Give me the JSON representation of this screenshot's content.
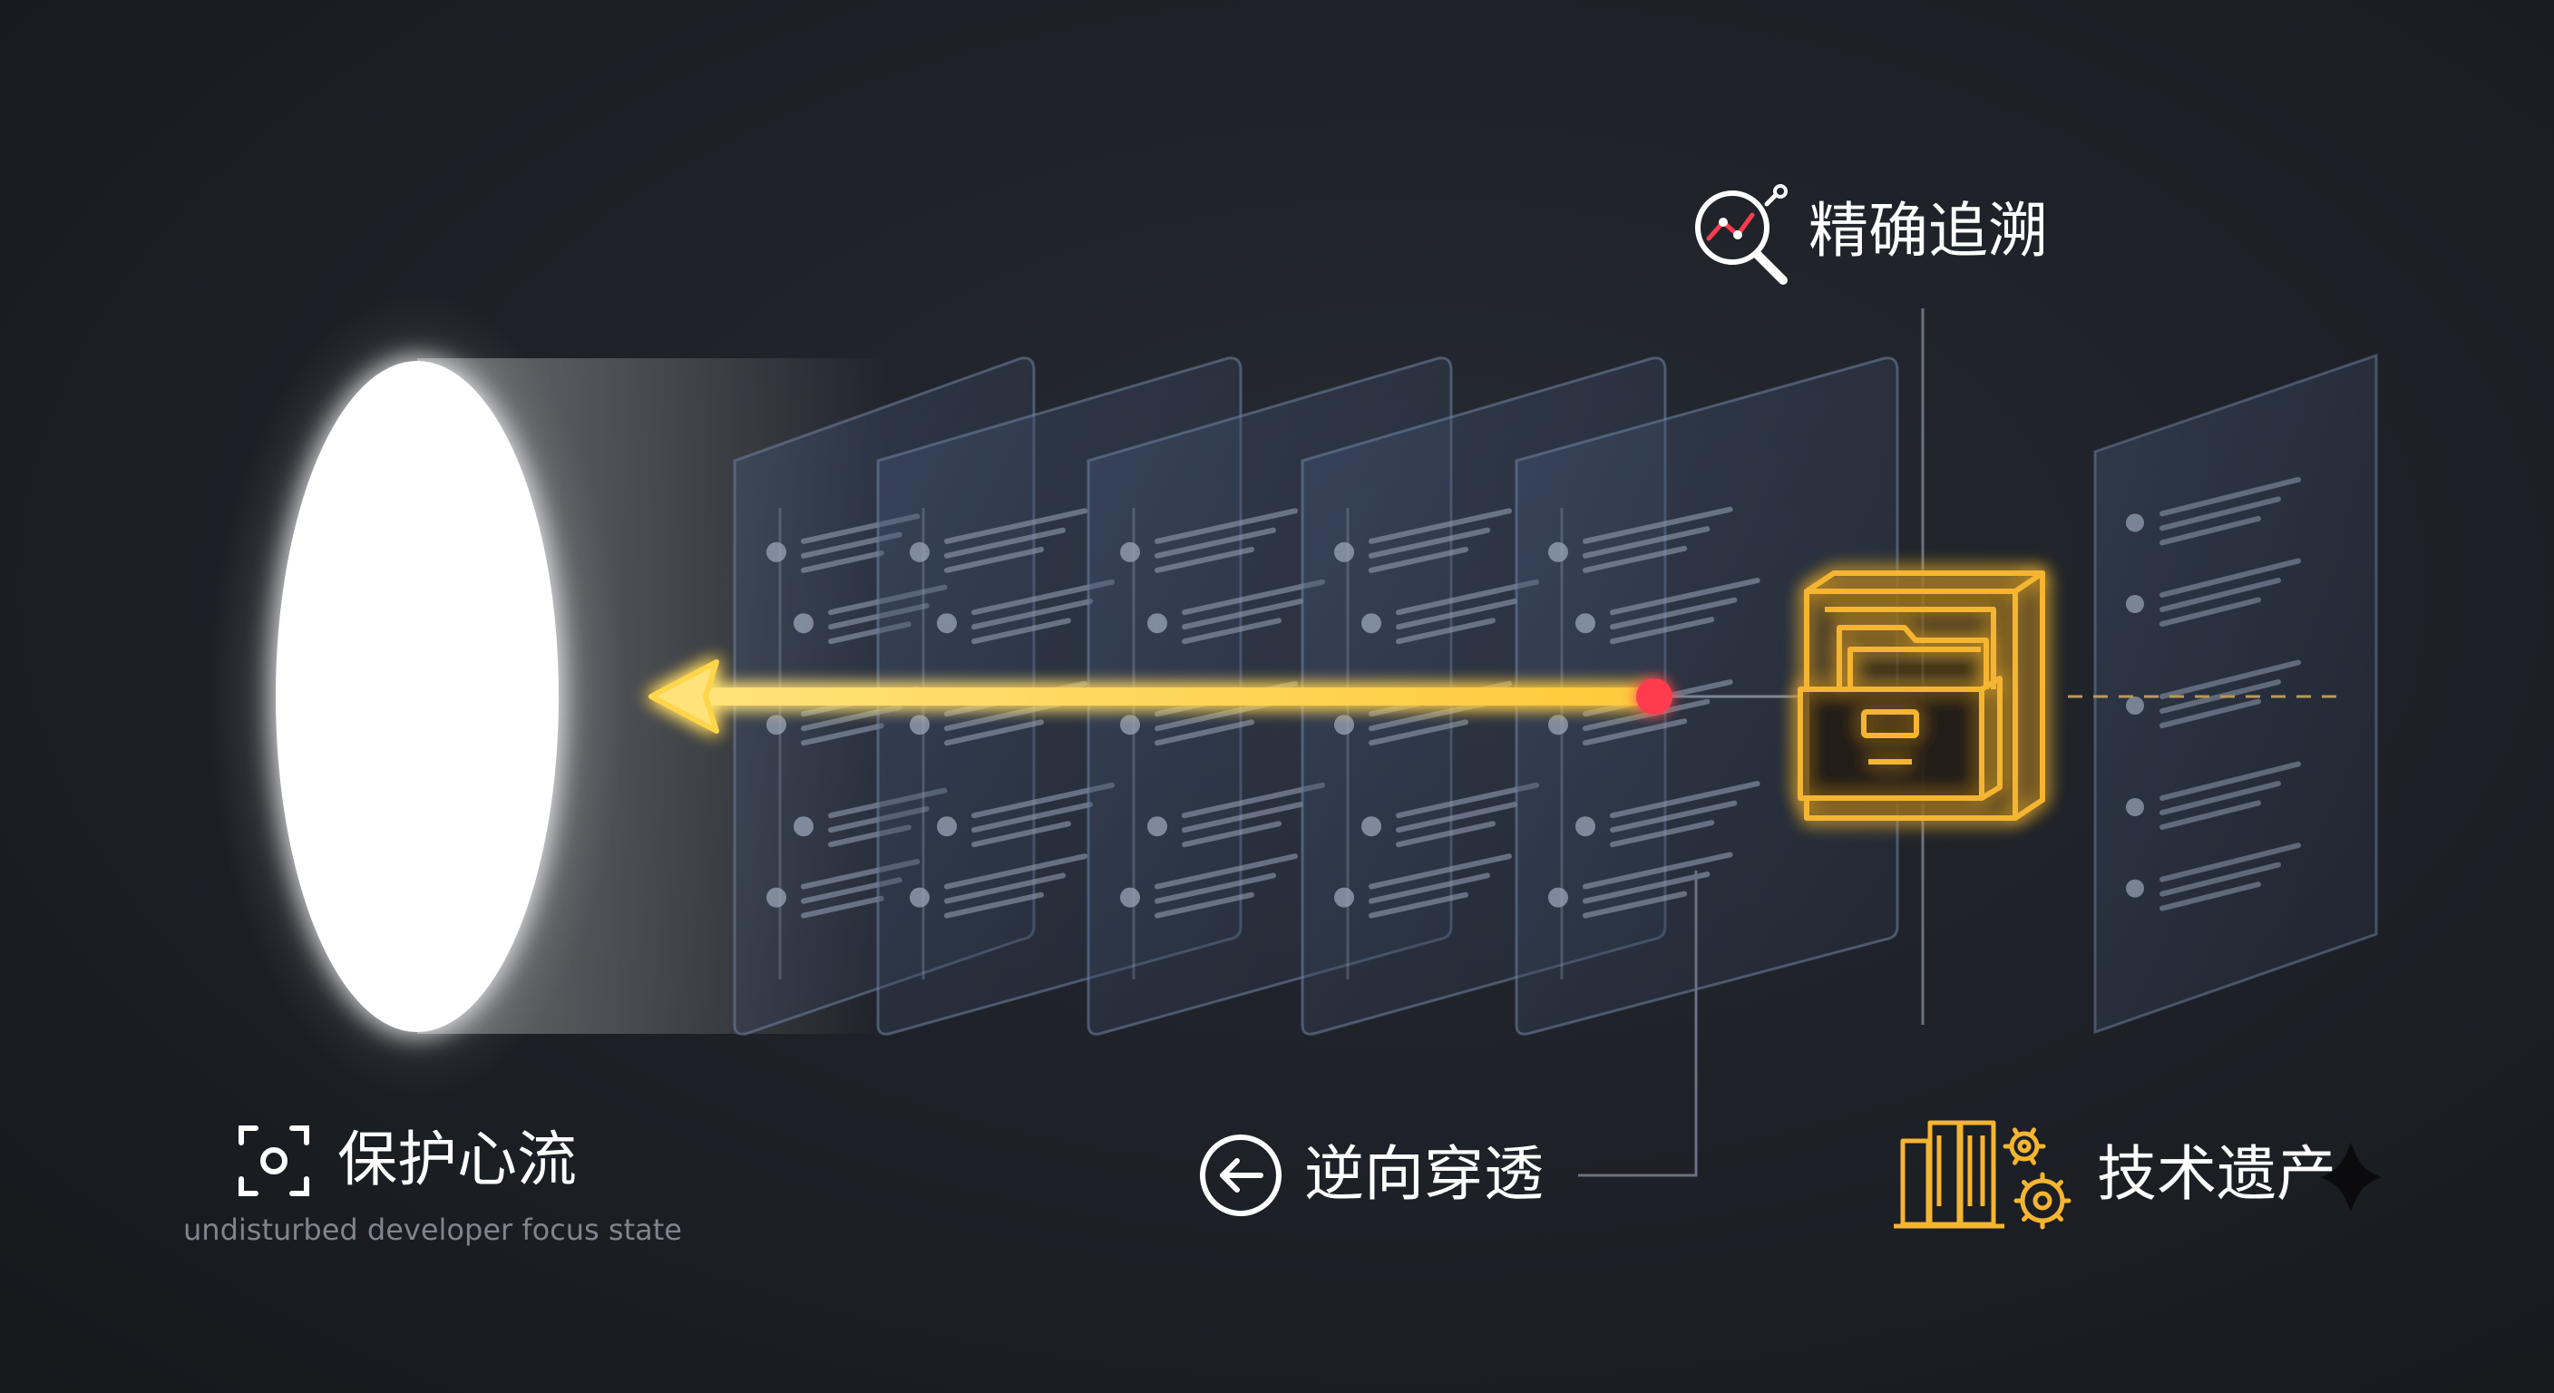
{
  "labels": {
    "trace": "精确追溯",
    "reverse": "逆向穿透",
    "legacy": "技术遗产",
    "focus": "保护心流",
    "focus_sub": "undisturbed developer focus state"
  },
  "colors": {
    "background": "#1b1d22",
    "glow_white": "#ffffff",
    "arrow_gold": "#ffd54a",
    "archive_gold": "#f5b530",
    "marker_red": "#ff3b4e",
    "pane_fill": "#3a4a63",
    "pane_stroke": "#6f83a3",
    "text_line": "#9aa6b8"
  },
  "icons": {
    "trace": "magnifier-chart-icon",
    "reverse": "arrow-left-circle-icon",
    "legacy": "books-gears-icon",
    "focus": "focus-frame-icon",
    "archive": "file-archive-icon",
    "sparkle": "sparkle-icon"
  }
}
